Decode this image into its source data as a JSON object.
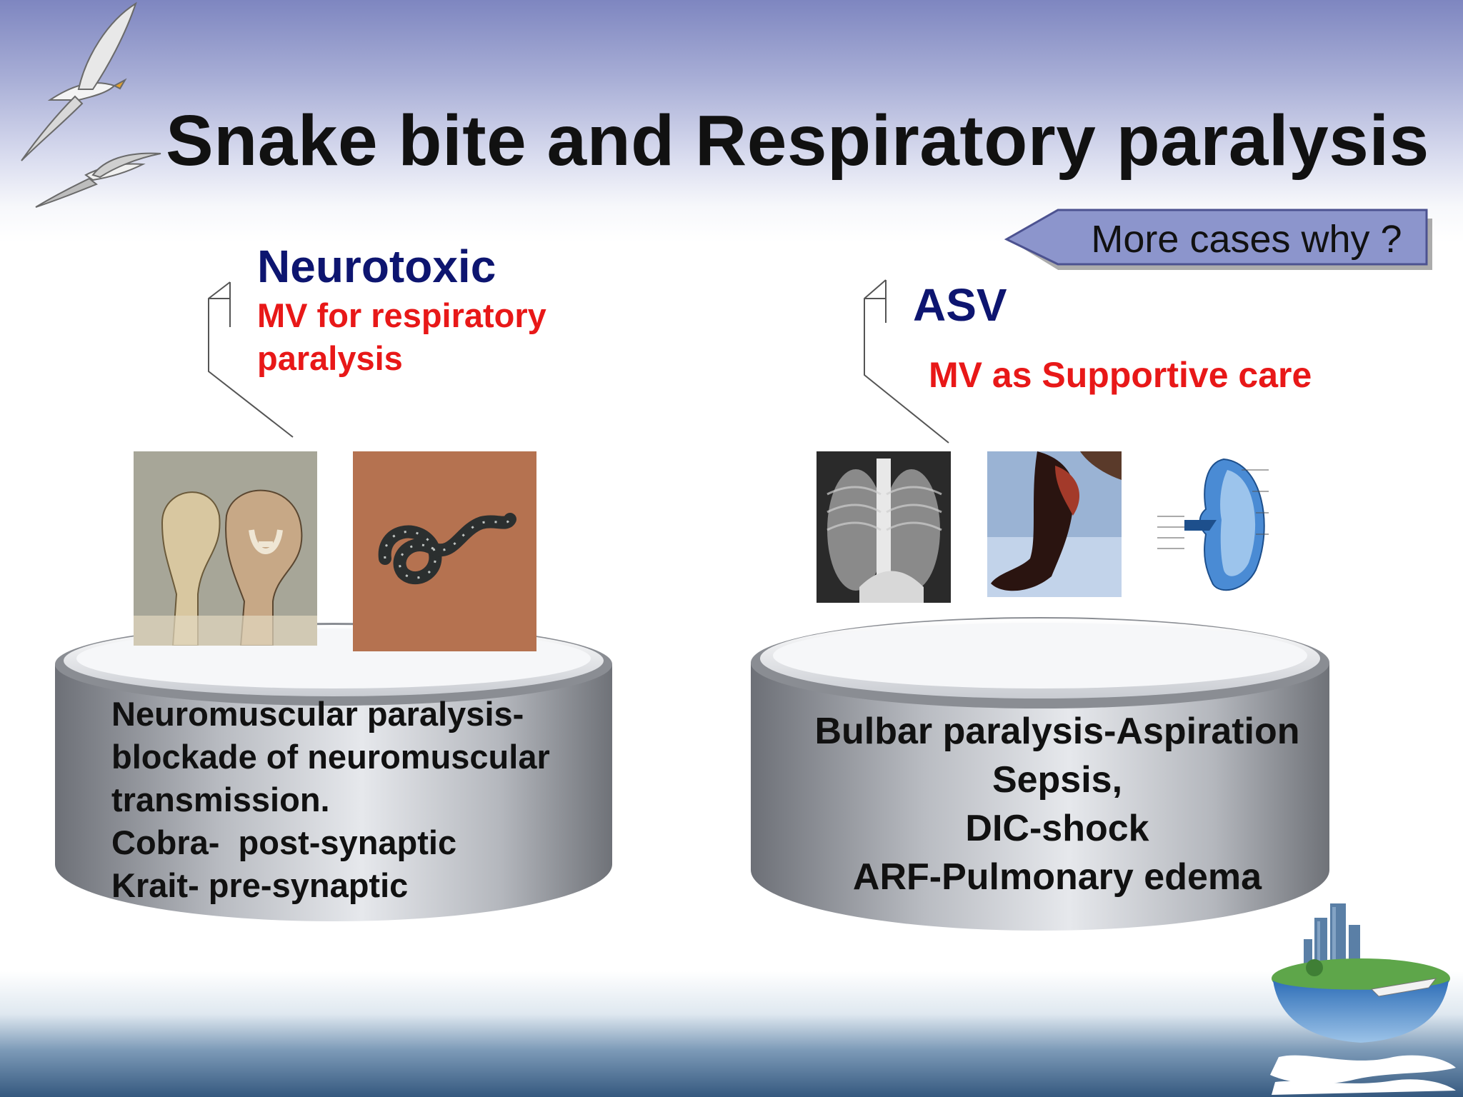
{
  "title": "Snake bite and Respiratory paralysis",
  "more_button": {
    "label": "More cases why ?"
  },
  "left": {
    "heading": "Neurotoxic",
    "subheading_lines": [
      "MV for respiratory",
      "paralysis"
    ],
    "body_lines": [
      "Neuromuscular paralysis-",
      "blockade of neuromuscular",
      "transmission.",
      "Cobra-  post-synaptic",
      "Krait- pre-synaptic"
    ]
  },
  "right": {
    "heading": "ASV",
    "subheading": "MV as Supportive care",
    "body_lines": [
      "Bulbar paralysis-Aspiration",
      "Sepsis,",
      "DIC-shock",
      "ARF-Pulmonary edema"
    ]
  },
  "colors": {
    "heading_blue": "#0d1570",
    "subheading_red": "#e81818",
    "button_fill": "#8c95cc"
  },
  "icons": [
    "seagull-icon",
    "globe-city-icon"
  ]
}
